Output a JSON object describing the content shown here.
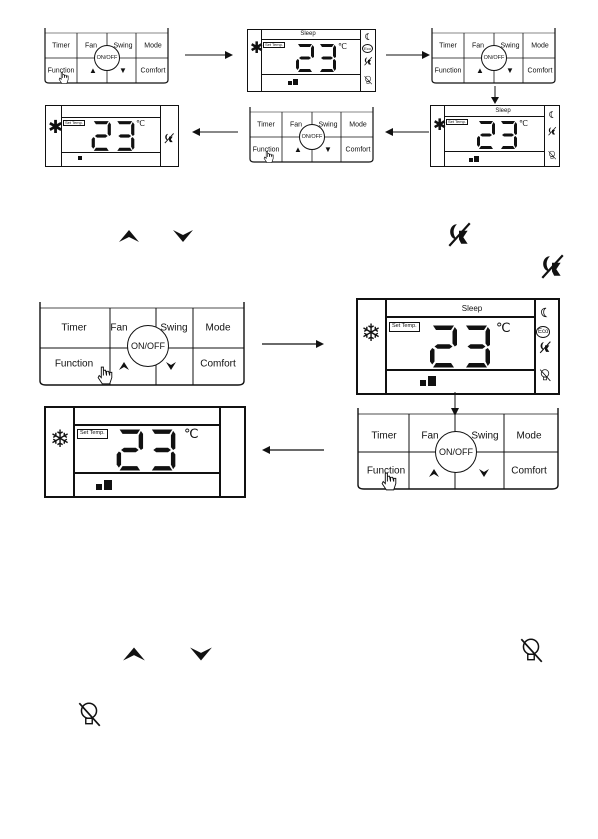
{
  "keypad": {
    "timer": "Timer",
    "fan": "Fan",
    "swing": "Swing",
    "mode": "Mode",
    "function": "Function",
    "comfort": "Comfort",
    "onoff": "ON/OFF"
  },
  "lcd": {
    "sleep": "Sleep",
    "set_temp": "Set Temp.",
    "temperature": "23",
    "unit": "℃",
    "eco": "Eco"
  },
  "icons": {
    "up": "up-arrow-icon",
    "down": "down-arrow-icon",
    "sleep_off": "sleep-off-icon",
    "light_off": "light-off-icon",
    "snowflake": "snowflake-icon",
    "hand": "pointing-hand-icon"
  }
}
